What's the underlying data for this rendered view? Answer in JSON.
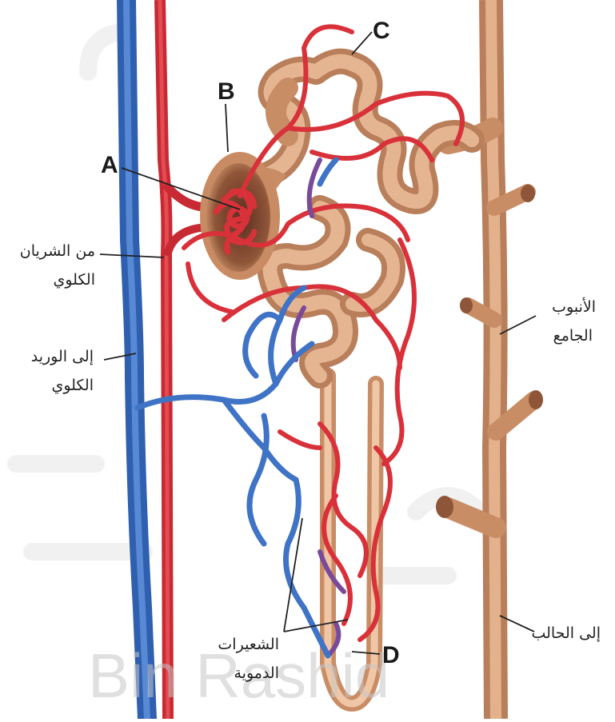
{
  "labels": {
    "A": "A",
    "B": "B",
    "C": "C",
    "D": "D",
    "renal_artery_line1": "من الشريان",
    "renal_artery_line2": "الكلوي",
    "renal_vein_line1": "إلى الوريد",
    "renal_vein_line2": "الكلوي",
    "collecting_duct_line1": "الأنبوب",
    "collecting_duct_line2": "الجامع",
    "to_ureter": "إلى الحالب",
    "capillaries_line1": "الشعيرات",
    "capillaries_line2": "الدموية"
  },
  "watermark": {
    "latin": "Bin Rashid"
  },
  "colors": {
    "vein": "#3f73c6",
    "artery": "#d9313a",
    "tubule": "#d9a27b",
    "tubule_dark": "#b97e5a",
    "capsule": "#c98b63",
    "mixed": "#7a4a9a",
    "watermark": "#cfcfcf"
  }
}
